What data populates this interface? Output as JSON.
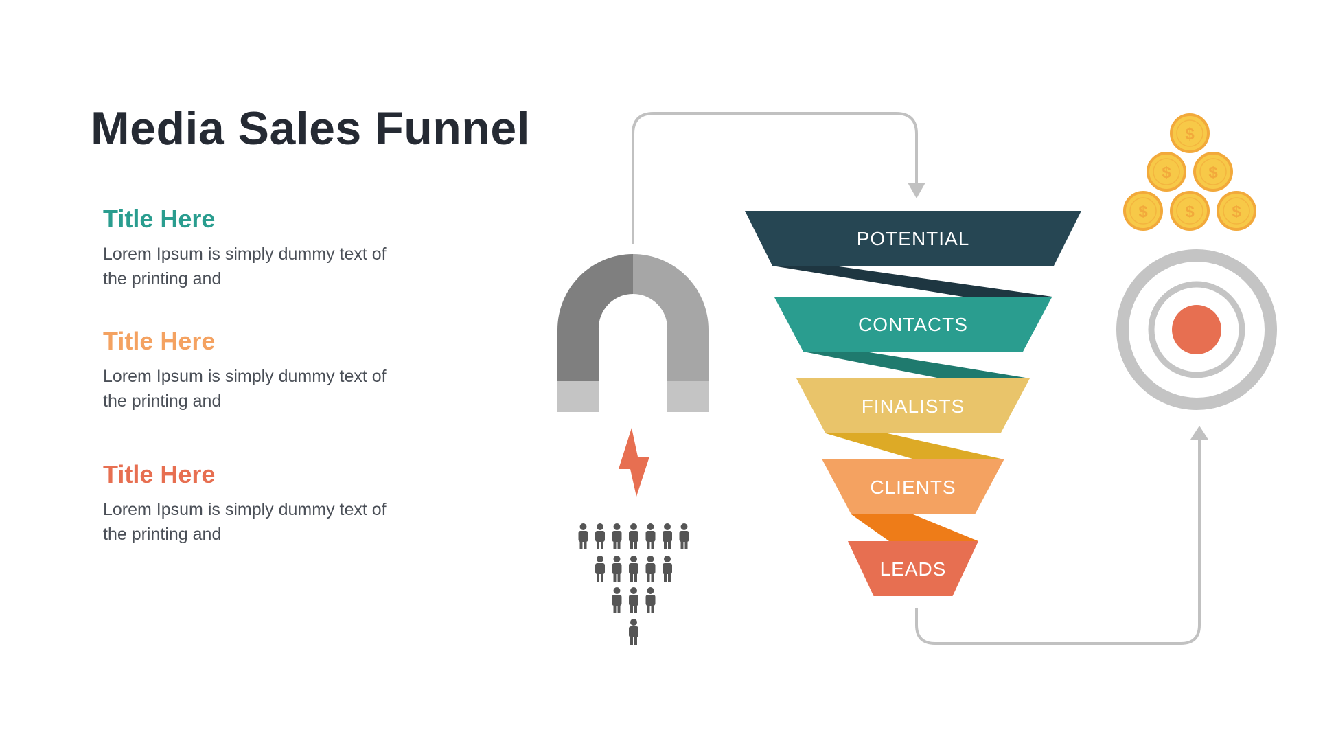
{
  "page_title": "Media Sales Funnel",
  "blocks": [
    {
      "title": "Title Here",
      "text": "Lorem Ipsum is simply dummy text of the printing and",
      "color": "#2a9d8f"
    },
    {
      "title": "Title Here",
      "text": "Lorem Ipsum is simply dummy text of the printing and",
      "color": "#f4a261"
    },
    {
      "title": "Title Here",
      "text": "Lorem Ipsum is simply dummy text of the printing and",
      "color": "#e76f51"
    }
  ],
  "funnel": {
    "stages": [
      {
        "label": "POTENTIAL",
        "color": "#264653",
        "fold_color": "#1e3641"
      },
      {
        "label": "CONTACTS",
        "color": "#2a9d8f",
        "fold_color": "#1f7a6e"
      },
      {
        "label": "FINALISTS",
        "color": "#e9c46a",
        "fold_color": "#ddaa26"
      },
      {
        "label": "CLIENTS",
        "color": "#f4a261",
        "fold_color": "#ee7c18"
      },
      {
        "label": "LEADS",
        "color": "#e76f51",
        "fold_color": "#e76f51"
      }
    ]
  },
  "icons": {
    "magnet": "magnet-icon",
    "lightning": "lightning-icon",
    "people": "people-group-icon",
    "coin_symbol": "$",
    "target": "target-icon"
  },
  "colors": {
    "magnet_dark": "#7f7f7f",
    "magnet_light": "#a6a6a6",
    "magnet_tip": "#c4c4c4",
    "arrow": "#c1c1c1",
    "coin": "#f7c948",
    "coin_edge": "#f2a93b",
    "target_ring": "#c4c4c4",
    "bullseye": "#e76f51",
    "people": "#555555"
  }
}
